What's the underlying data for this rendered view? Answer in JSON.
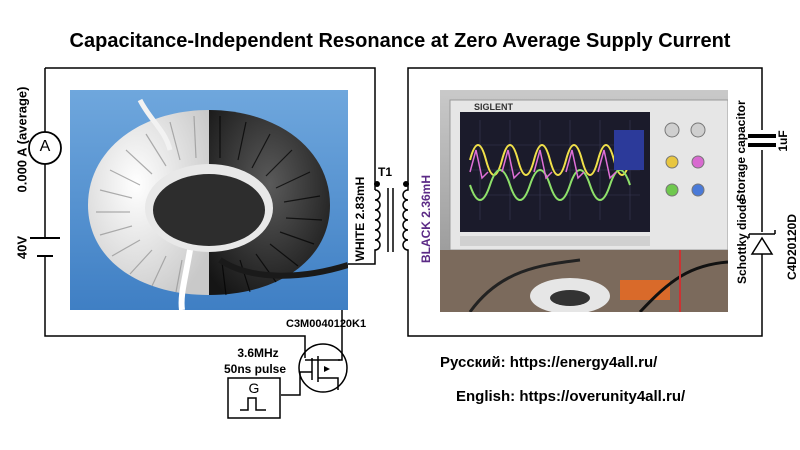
{
  "title": "Capacitance-Independent Resonance at Zero Average Supply Current",
  "left_circuit": {
    "ammeter_symbol": "A",
    "ammeter_reading": "0.000 A (average)",
    "supply_voltage": "40V",
    "mosfet_part": "C3M0040120K1"
  },
  "transformer": {
    "name": "T1",
    "primary": "WHITE 2.83mH",
    "secondary": "BLACK 2.36mH",
    "primary_color": "#000000",
    "secondary_color": "#5b2a86"
  },
  "generator": {
    "symbol": "G",
    "frequency": "3.6MHz",
    "pulse": "50ns pulse"
  },
  "right_circuit": {
    "capacitor_label": "Storage capacitor",
    "capacitor_value": "1uF",
    "diode_label": "Schottky diode",
    "diode_part": "C4D20120D"
  },
  "links": {
    "russian": "Русский:  https://energy4all.ru/",
    "english": "English:  https://overunity4all.ru/"
  },
  "scope_brand": "SIGLENT"
}
